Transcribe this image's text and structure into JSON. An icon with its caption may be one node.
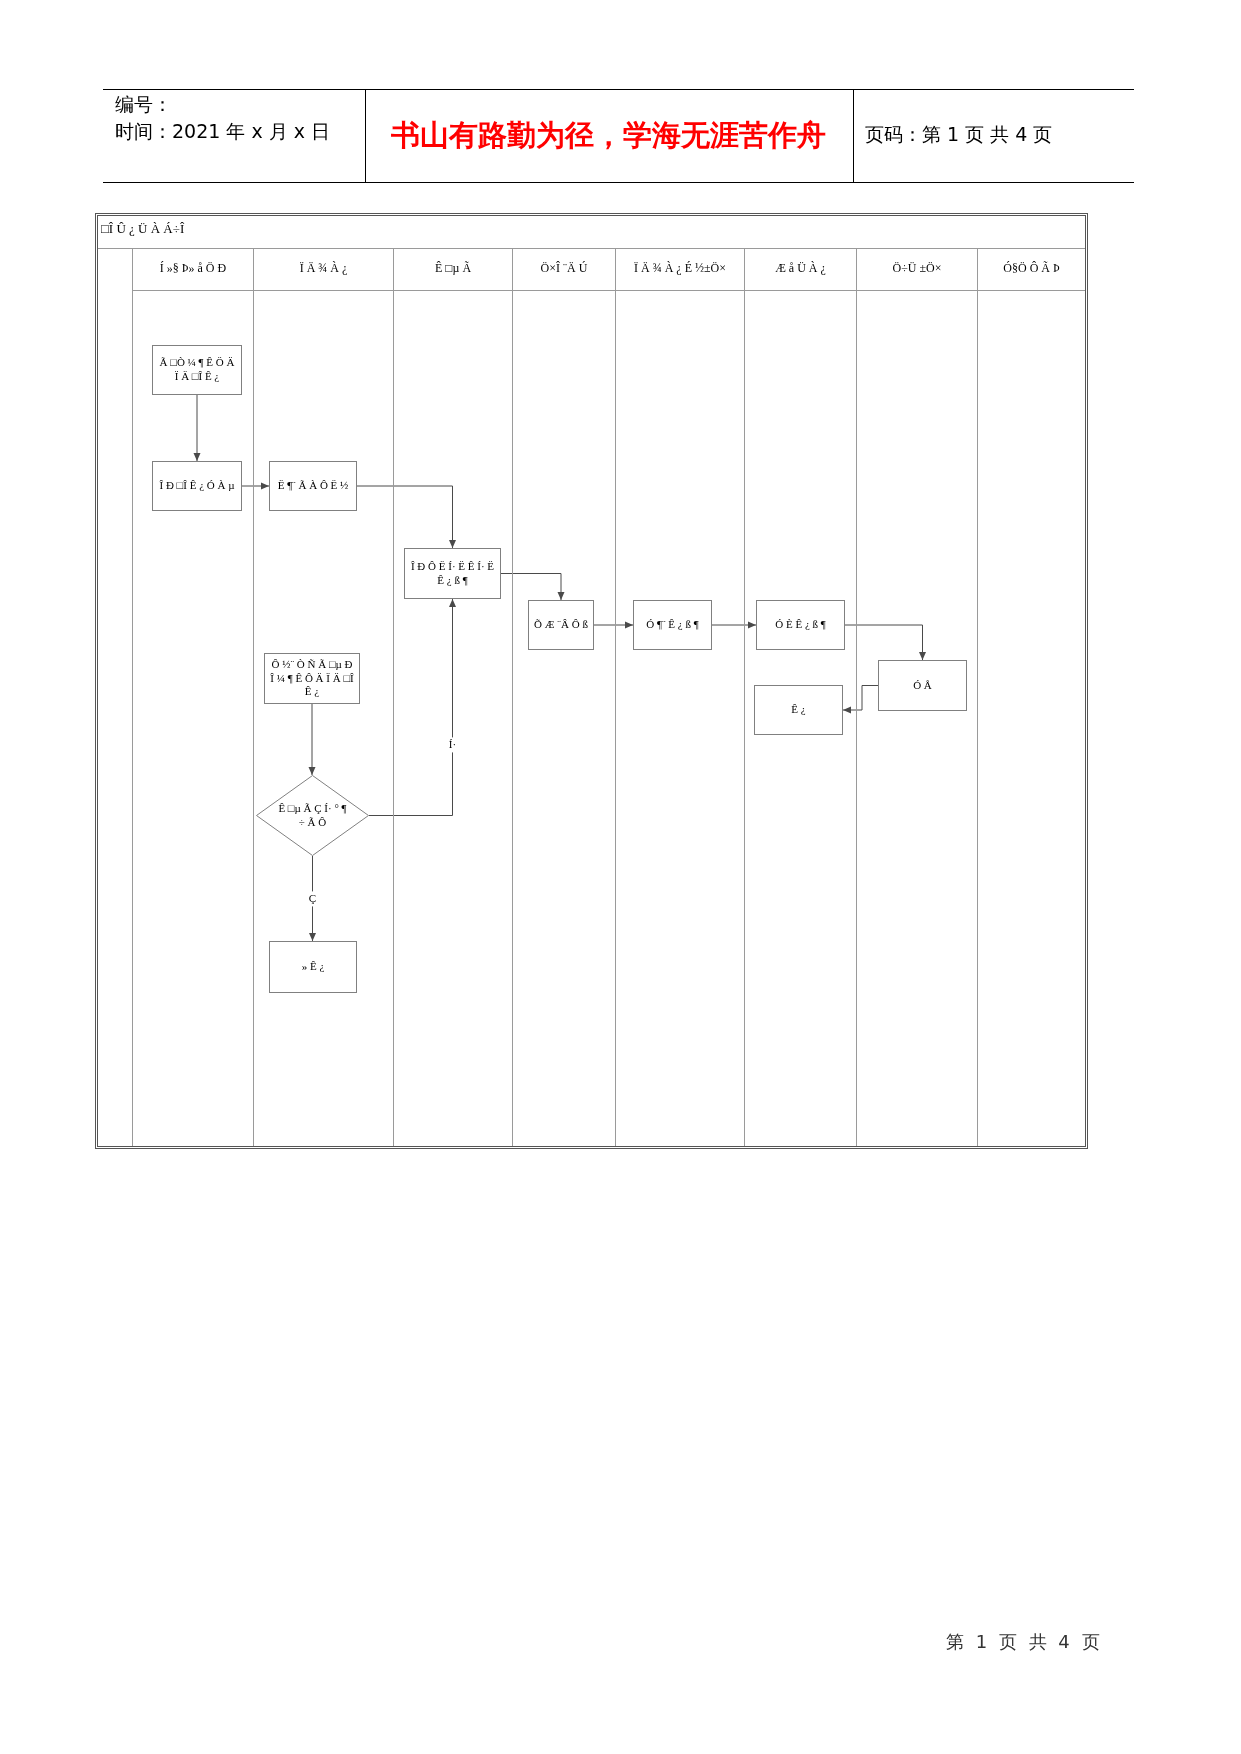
{
  "diagram": {
    "title": "□Î Û ¿ Ü À Á÷Î",
    "nodes": [
      {
        "text": [
          "Í »§ Þ» å Ö Ð"
        ]
      },
      {
        "text": [
          "Ï Ä ¾ À ¿"
        ]
      },
      {
        "text": [
          "Ê □µ Ã"
        ]
      },
      {
        "text": [
          "Ö×Î ¨Ä Ú"
        ]
      },
      {
        "text": [
          "Ï Ä ¾ À ¿ É ½±Ö×"
        ]
      },
      {
        "text": [
          "Æ å Ü À ¿"
        ]
      },
      {
        "text": [
          "Ö÷Ü ±Ö×"
        ]
      },
      {
        "text": [
          "Ó§Ö Ô Ã Þ"
        ]
      },
      {
        "text": [
          "Ã □Ò ¼ ¶ Ê Ö Ä Ï Ä □Î Ê ¿"
        ],
        "in": 0
      },
      {
        "text": [
          "Î Ð □Î Ê ¿ Ó À µ"
        ],
        "in": 0
      },
      {
        "text": [
          "Ë ¶¨ Ã À Ô Ë ½"
        ],
        "in": 1
      },
      {
        "text": [
          "Î Ð Ô Ë Í· Ë Ê Í· Ë Ê ¿ ß ¶"
        ],
        "in": 2
      },
      {
        "text": [
          "Õ Æ ¨Â Ô ß"
        ],
        "in": 3
      },
      {
        "text": [
          "Ó ¶¨ Ê ¿ ß ¶"
        ],
        "in": 4
      },
      {
        "text": [
          "Ó È Ê ¿ ß ¶"
        ],
        "in": 5
      },
      {
        "text": [
          "Ó Å"
        ],
        "in": 6
      },
      {
        "text": [
          "Ê ¿"
        ],
        "in": 5
      },
      {
        "text": [
          "Ô ½¨ Ò Ñ Ã □µ Ð Î ¼ ¶ Ê Ô Ä Ï Ä □Î Ê ¿"
        ],
        "in": 1
      },
      {
        "text": [
          "Ê □µ Ã Ç Í· ° ¶ ÷ Ã Ô"
        ],
        "in": 1
      },
      {
        "text": [
          "» Ê ¿"
        ],
        "in": 1
      }
    ],
    "edges": [
      {
        "from": 8,
        "to": 9,
        "arrow": "to"
      },
      {
        "from": 9,
        "to": 10,
        "arrow": "to"
      },
      {
        "from": 10,
        "to": 11,
        "arrow": "to"
      },
      {
        "from": 11,
        "to": 12,
        "arrow": "to"
      },
      {
        "from": 12,
        "to": 13,
        "arrow": "to"
      },
      {
        "from": 13,
        "to": 14,
        "arrow": "to"
      },
      {
        "from": 14,
        "to": 15,
        "arrow": "to"
      },
      {
        "from": 15,
        "to": 16,
        "arrow": "to"
      },
      {
        "from": 17,
        "to": 18,
        "arrow": "to"
      },
      {
        "from": 18,
        "to": 11,
        "arrow": "to",
        "label": "Í·"
      },
      {
        "from": 18,
        "to": 19,
        "arrow": "to",
        "label": "Ç"
      }
    ],
    "labels": [
      "编号：",
      "时间：2021 年 x 月 x 日",
      "书山有路勤为径，学海无涯苦作舟",
      "页码：第 1 页 共 4 页",
      "第 1 页 共 4 页"
    ]
  }
}
